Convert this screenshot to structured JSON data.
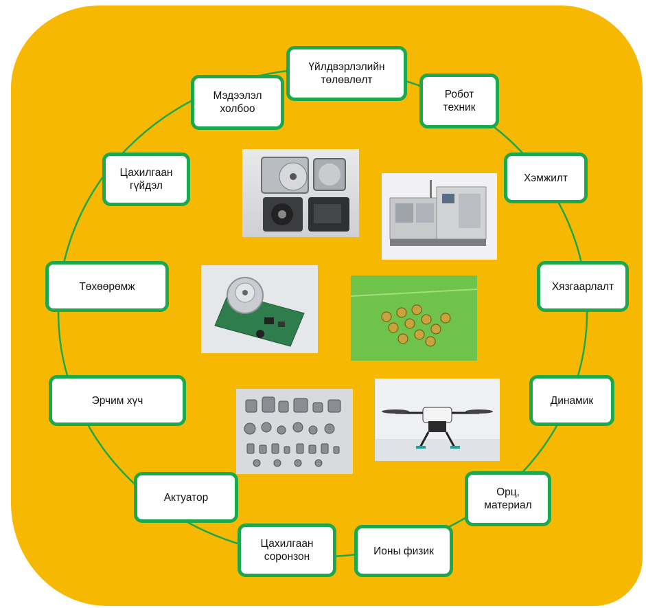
{
  "diagram": {
    "colors": {
      "background": "#F6B800",
      "node_border": "#1CA84C",
      "ring_line": "#1CA84C"
    },
    "nodes": [
      {
        "id": "production-planning",
        "label": "Үйлдвэрлэлийн\nтөлөвлөлт"
      },
      {
        "id": "robotics",
        "label": "Робот\nтехник"
      },
      {
        "id": "measurement",
        "label": "Хэмжилт"
      },
      {
        "id": "control",
        "label": "Хязгаарлалт"
      },
      {
        "id": "dynamics",
        "label": "Динамик"
      },
      {
        "id": "materials",
        "label": "Орц,\nматериал"
      },
      {
        "id": "ion-physics",
        "label": "Ионы физик"
      },
      {
        "id": "electromagnetism",
        "label": "Цахилгаан\nсоронзон"
      },
      {
        "id": "actuator",
        "label": "Актуатор"
      },
      {
        "id": "energy",
        "label": "Эрчим хүч"
      },
      {
        "id": "equipment",
        "label": "Төхөөрөмж"
      },
      {
        "id": "electric-current",
        "label": "Цахилгаан\nгүйдэл"
      },
      {
        "id": "information-communication",
        "label": "Мэдээлэл\nхолбоо"
      }
    ],
    "photos": [
      {
        "id": "hard-disk-drive",
        "icon": "hard-disk-drive-photo"
      },
      {
        "id": "production-machine",
        "icon": "industrial-machine-photo"
      },
      {
        "id": "motor-circuit-board",
        "icon": "motor-board-photo"
      },
      {
        "id": "robot-swarm",
        "icon": "robot-swarm-photo"
      },
      {
        "id": "micro-motors",
        "icon": "micro-motors-photo"
      },
      {
        "id": "drone",
        "icon": "drone-photo"
      }
    ]
  }
}
